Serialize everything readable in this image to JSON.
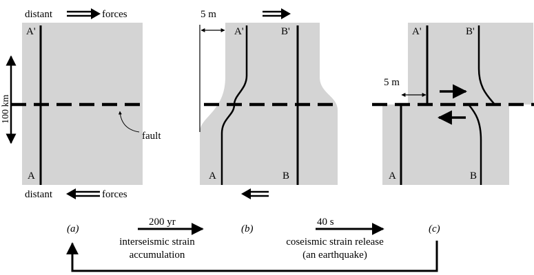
{
  "panel_a": {
    "top_word_left": "distant",
    "top_word_right": "forces",
    "bottom_word_left": "distant",
    "bottom_word_right": "forces",
    "label_top": "A'",
    "label_bottom": "A",
    "scale_label": "100 km",
    "fault_label": "fault"
  },
  "panel_b": {
    "offset_label": "5 m",
    "label_a_top": "A'",
    "label_b_top": "B'",
    "label_a_bottom": "A",
    "label_b_bottom": "B"
  },
  "panel_c": {
    "offset_label": "5 m",
    "label_a_top": "A'",
    "label_b_top": "B'",
    "label_a_bottom": "A",
    "label_b_bottom": "B"
  },
  "cycle": {
    "stage_a": "(a)",
    "stage_b": "(b)",
    "stage_c": "(c)",
    "step1_time": "200 yr",
    "step1_line1": "interseismic strain",
    "step1_line2": "accumulation",
    "step2_time": "40 s",
    "step2_line1": "coseismic strain release",
    "step2_line2": "(an earthquake)"
  },
  "colors": {
    "block_fill": "#d4d4d4",
    "ink": "#000000"
  }
}
